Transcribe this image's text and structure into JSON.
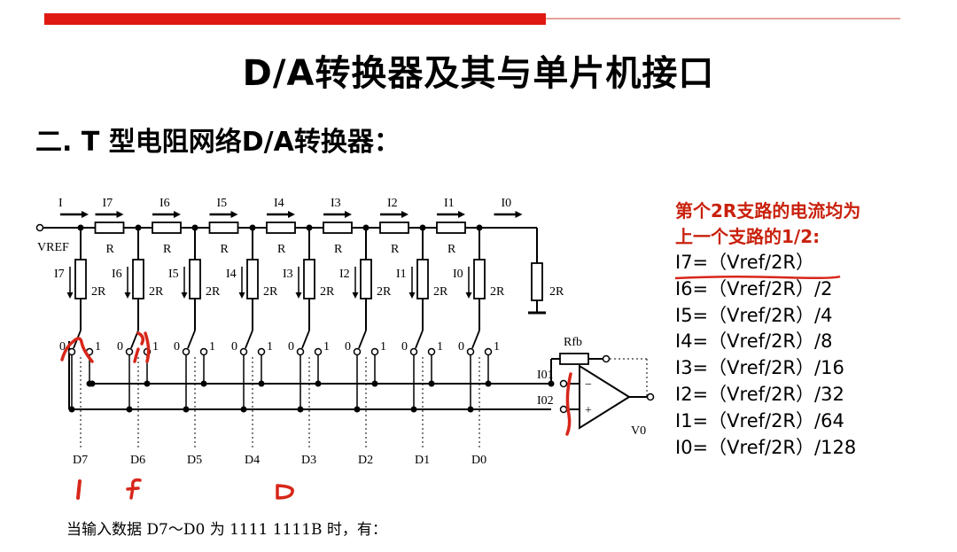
{
  "title": "D/A转换器及其与单片机接口",
  "subtitle": "二. T 型电阻网络D/A转换器：",
  "circuit": {
    "source_label": "I",
    "vref_label": "VREF",
    "series_current_labels": [
      "I7",
      "I6",
      "I5",
      "I4",
      "I3",
      "I2",
      "I1",
      "I0"
    ],
    "series_resistor_label": "R",
    "branch_current_labels": [
      "I7",
      "I6",
      "I5",
      "I4",
      "I3",
      "I2",
      "I1",
      "I0"
    ],
    "branch_resistor_label": "2R",
    "terminating_resistor_label": "2R",
    "switch_pos_0": "0",
    "switch_pos_1": "1",
    "data_bit_labels": [
      "D7",
      "D6",
      "D5",
      "D4",
      "D3",
      "D2",
      "D1",
      "D0"
    ],
    "feedback_resistor_label": "Rfb",
    "iout1_label": "I01",
    "iout2_label": "I02",
    "opamp_minus": "−",
    "opamp_plus": "+",
    "output_label": "V0"
  },
  "note": {
    "line1": "第个2R支路的电流均为",
    "line2": "上一个支路的1/2:"
  },
  "formulas": [
    "I7=（Vref/2R）",
    "I6=（Vref/2R）/2",
    "I5=（Vref/2R）/4",
    "I4=（Vref/2R）/8",
    "I3=（Vref/2R）/16",
    "I2=（Vref/2R）/32",
    "I1=（Vref/2R）/64",
    "I0=（Vref/2R）/128"
  ],
  "bottom_text": "当输入数据 D7～D0 为 1111 1111B 时，有：",
  "colors": {
    "accent_red": "#e01a12",
    "note_red": "#c9210d"
  }
}
